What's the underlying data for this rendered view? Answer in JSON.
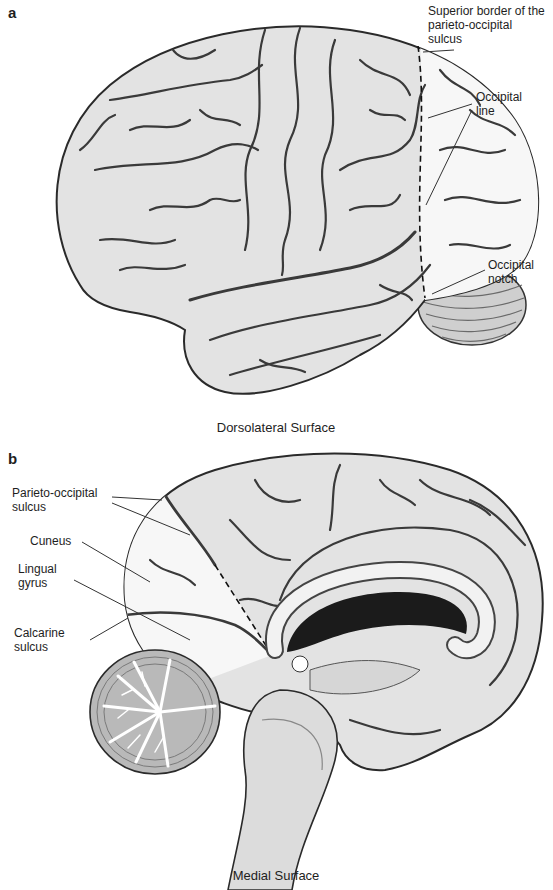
{
  "diagram": {
    "labels": [
      "a",
      "Superior border of the parieto-occipital sulcus",
      "Occipital line",
      "Occipital notch",
      "Dorsolateral Surface",
      "b",
      "Parieto-occipital sulcus",
      "Cuneus",
      "Lingual gyrus",
      "Calcarine sulcus",
      "Medial Surface"
    ]
  }
}
